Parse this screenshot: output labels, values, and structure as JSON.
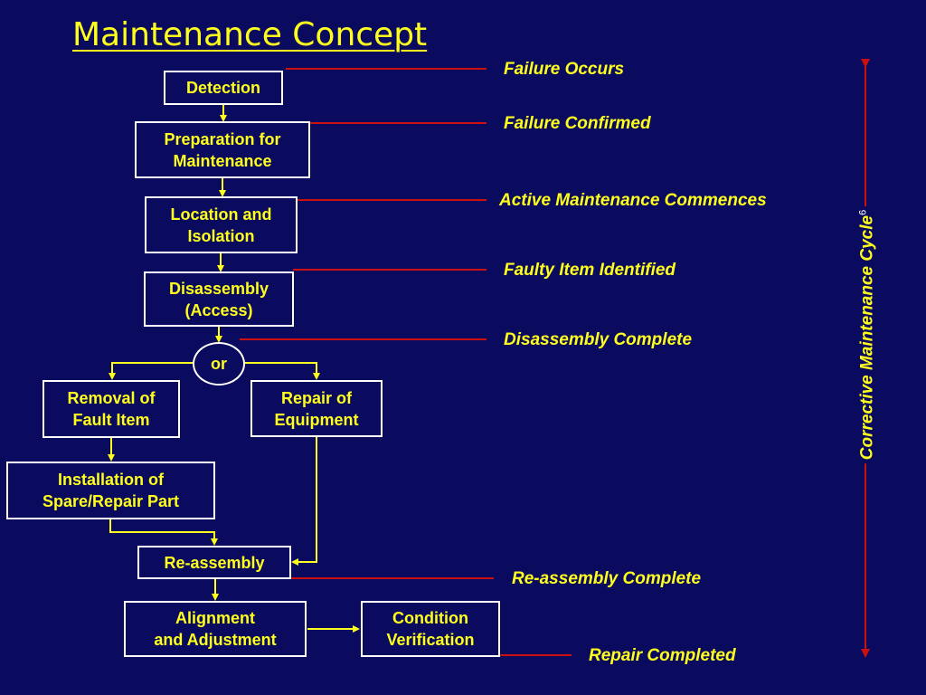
{
  "title": "Maintenance Concept",
  "boxes": {
    "detection": "Detection",
    "preparation_l1": "Preparation for",
    "preparation_l2": "Maintenance",
    "location_l1": "Location and",
    "location_l2": "Isolation",
    "disassembly_l1": "Disassembly",
    "disassembly_l2": "(Access)",
    "or": "or",
    "removal_l1": "Removal of",
    "removal_l2": "Fault Item",
    "repair_l1": "Repair of",
    "repair_l2": "Equipment",
    "installation_l1": "Installation of",
    "installation_l2": "Spare/Repair Part",
    "reassembly": "Re-assembly",
    "alignment_l1": "Alignment",
    "alignment_l2": "and Adjustment",
    "condition_l1": "Condition",
    "condition_l2": "Verification"
  },
  "events": {
    "failure_occurs": "Failure Occurs",
    "failure_confirmed": "Failure Confirmed",
    "active_maintenance": "Active Maintenance Commences",
    "faulty_item": "Faulty Item Identified",
    "disassembly_complete": "Disassembly Complete",
    "reassembly_complete": "Re-assembly Complete",
    "repair_completed": "Repair Completed"
  },
  "cycle": {
    "label": "Corrective Maintenance Cycle",
    "superscript": "6"
  },
  "colors": {
    "background": "#0a0a5e",
    "text": "#ffff1e",
    "flow_arrow": "#ffff1e",
    "event_line": "#cc1010",
    "box_border": "#ffffff"
  }
}
